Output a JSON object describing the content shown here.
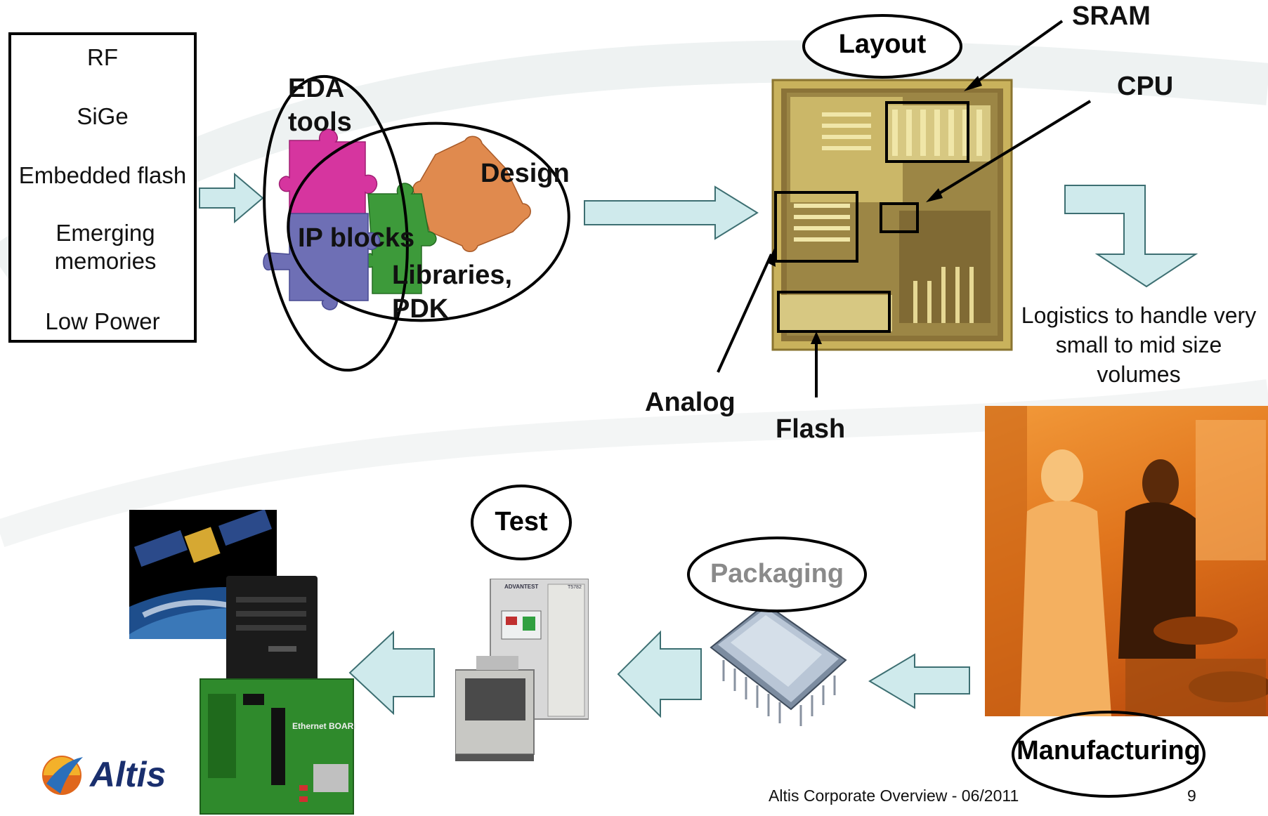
{
  "technologies": [
    "RF",
    "SiGe",
    "Embedded flash",
    "Emerging memories",
    "Low Power"
  ],
  "design_pieces": {
    "eda": "EDA tools",
    "design": "Design",
    "ip": "IP blocks",
    "libraries": "Libraries, PDK"
  },
  "layout": {
    "title": "Layout",
    "sram": "SRAM",
    "cpu": "CPU",
    "analog": "Analog",
    "flash": "Flash"
  },
  "logistics": "Logistics to handle very small to mid size volumes",
  "stages": {
    "manufacturing": "Manufacturing",
    "packaging": "Packaging",
    "test": "Test"
  },
  "tester_brand": "ADVANTEST",
  "tester_model": "T5782",
  "board_label": "Ethernet BOARD",
  "logo": "Altis",
  "footer": {
    "text": "Altis Corporate Overview - 06/2011",
    "page": "9"
  },
  "colors": {
    "arrow_fill": "#cfeaec",
    "arrow_stroke": "#3d6f72",
    "puzzle_pink": "#d6359f",
    "puzzle_orange": "#e08a4e",
    "puzzle_green": "#3d9a3a",
    "puzzle_blue": "#6e6fb5",
    "chip_gold": "#b59a46",
    "fab_orange": "#e0741c",
    "packaging_gray": "#8a8a8a"
  }
}
